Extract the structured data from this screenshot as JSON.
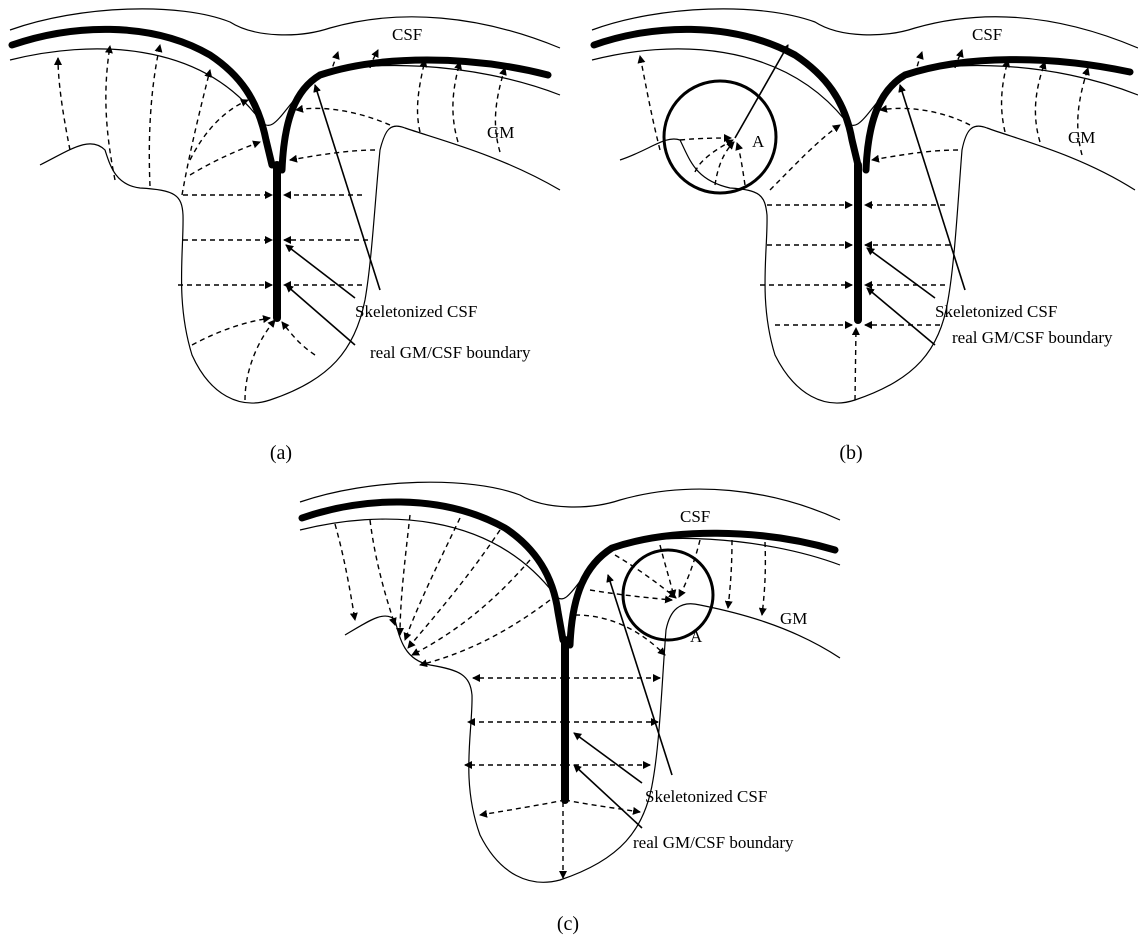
{
  "panels": [
    {
      "id": "a",
      "caption": "(a)",
      "labels": {
        "csf": "CSF",
        "gm": "GM",
        "skeleton": "Skeletonized CSF",
        "boundary": "real GM/CSF boundary",
        "point": ""
      }
    },
    {
      "id": "b",
      "caption": "(b)",
      "labels": {
        "csf": "CSF",
        "gm": "GM",
        "skeleton": "Skeletonized CSF",
        "boundary": "real GM/CSF boundary",
        "point": "A"
      }
    },
    {
      "id": "c",
      "caption": "(c)",
      "labels": {
        "csf": "CSF",
        "gm": "GM",
        "skeleton": "Skeletonized CSF",
        "boundary": "real GM/CSF boundary",
        "point": "A"
      }
    }
  ]
}
